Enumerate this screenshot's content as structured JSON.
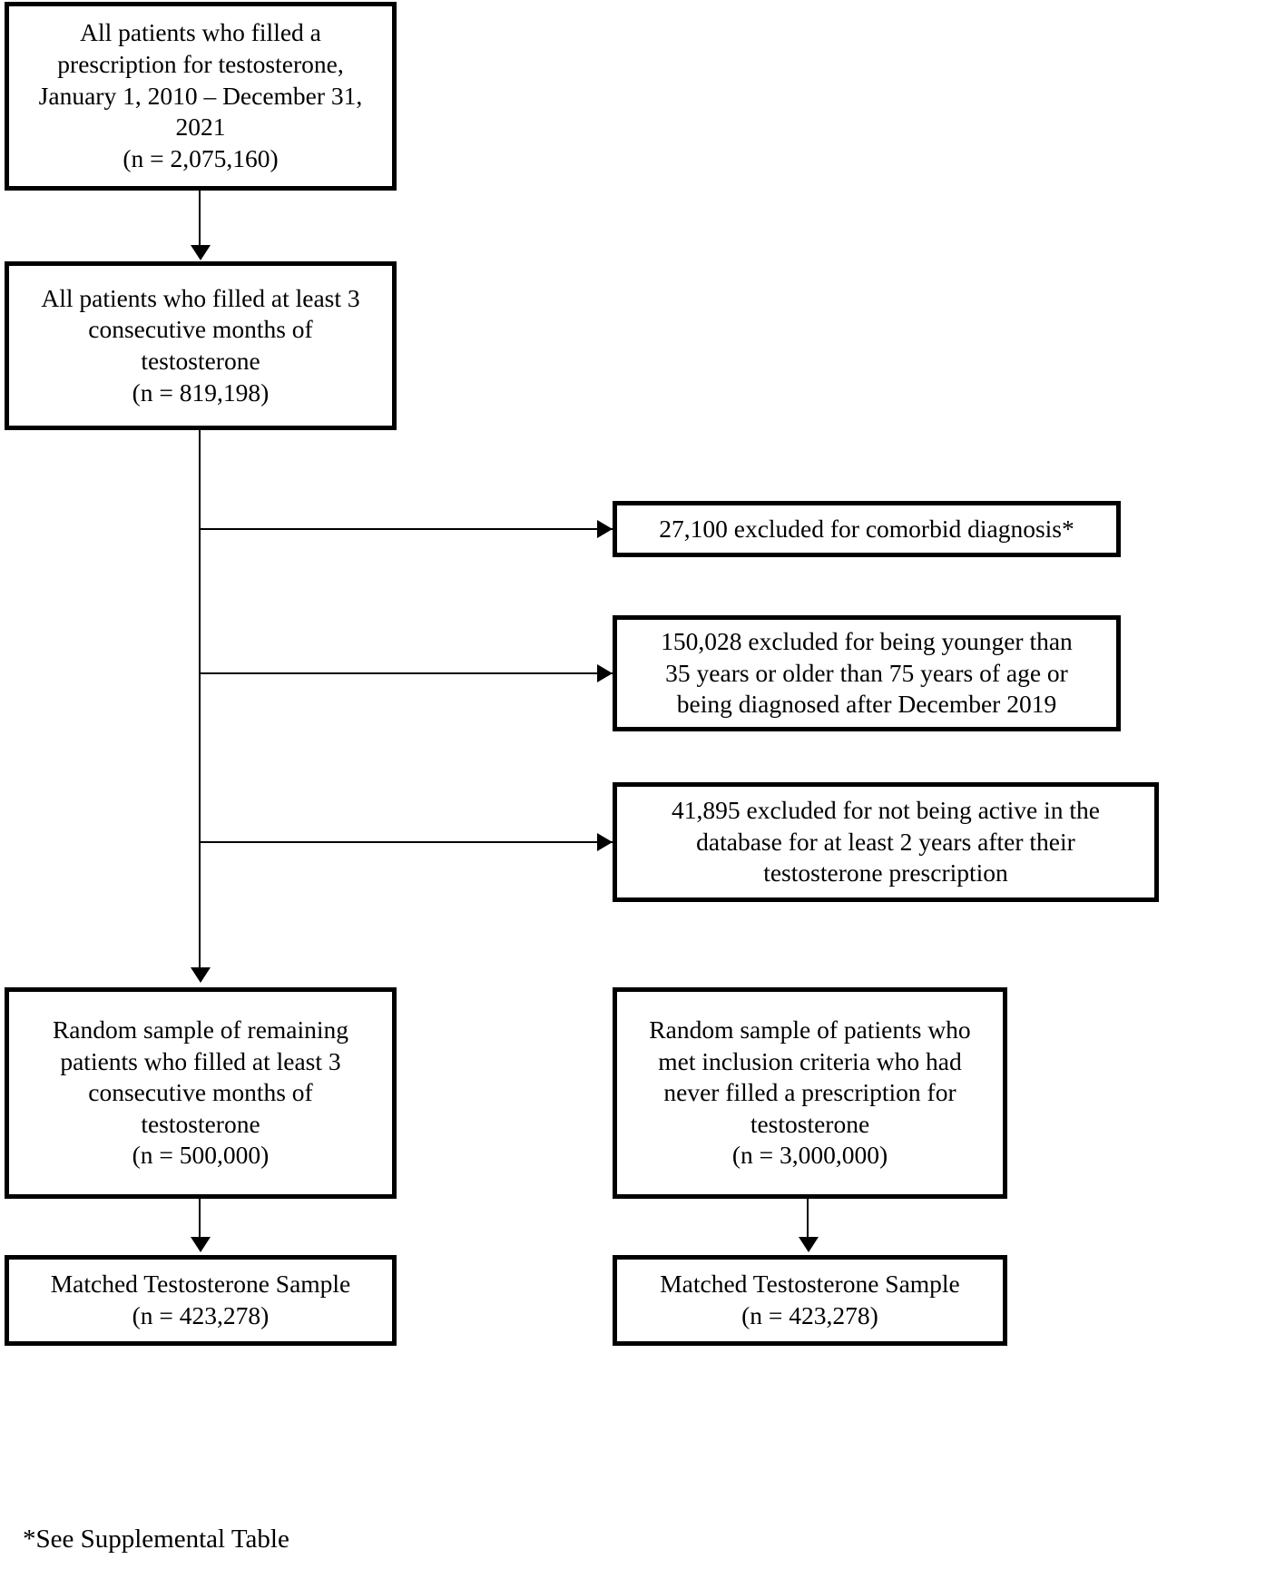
{
  "diagram": {
    "type": "patient-selection-flowchart",
    "nodes": {
      "all_prescriptions": "All patients who filled a prescription for testosterone, January 1, 2010 – December 31, 2021\n(n = 2,075,160)",
      "all_prescriptions_lines": [
        "All patients who filled a",
        "prescription for testosterone,",
        "January 1, 2010 – December 31,",
        "2021",
        "(n = 2,075,160)"
      ],
      "three_consecutive_months": "All patients who filled at least 3 consecutive months of testosterone\n(n = 819,198)",
      "three_consecutive_months_lines": [
        "All patients who filled at least 3",
        "consecutive months of",
        "testosterone",
        "(n = 819,198)"
      ],
      "random_sample_testosterone": "Random sample of remaining patients who filled at least 3 consecutive months of testosterone\n(n = 500,000)",
      "random_sample_testosterone_lines": [
        "Random sample of remaining",
        "patients who filled at least 3",
        "consecutive months of",
        "testosterone",
        "(n = 500,000)"
      ],
      "random_sample_control": "Random sample of patients who met inclusion criteria who had never filled a prescription for testosterone\n(n = 3,000,000)",
      "random_sample_control_lines": [
        "Random sample of patients who",
        "met inclusion criteria who had",
        "never filled a prescription for",
        "testosterone",
        "(n = 3,000,000)"
      ],
      "matched_left": "Matched Testosterone Sample\n(n = 423,278)",
      "matched_left_lines": [
        "Matched Testosterone Sample",
        "(n = 423,278)"
      ],
      "matched_right": "Matched Testosterone Sample\n(n = 423,278)",
      "matched_right_lines": [
        "Matched Testosterone Sample",
        "(n = 423,278)"
      ]
    },
    "exclusions": [
      {
        "count": "27,100",
        "text": "27,100 excluded for comorbid diagnosis*",
        "lines": [
          "27,100 excluded for comorbid diagnosis*"
        ]
      },
      {
        "count": "150,028",
        "text": "150,028 excluded for being younger than 35 years or older than 75 years of age or being diagnosed after December 2019",
        "lines": [
          "150,028 excluded for being younger than",
          "35 years or older than 75 years of age or",
          "being diagnosed after December 2019"
        ]
      },
      {
        "count": "41,895",
        "text": "41,895 excluded for not being active in the database for at least 2 years after their testosterone prescription",
        "lines": [
          "41,895 excluded for not being active in the",
          "database for at least 2 years after their",
          "testosterone prescription"
        ]
      }
    ],
    "footnote": "*See Supplemental Table",
    "colors": {
      "box_border": "#000000",
      "box_fill": "#ffffff",
      "connector": "#000000",
      "text": "#000000"
    }
  }
}
